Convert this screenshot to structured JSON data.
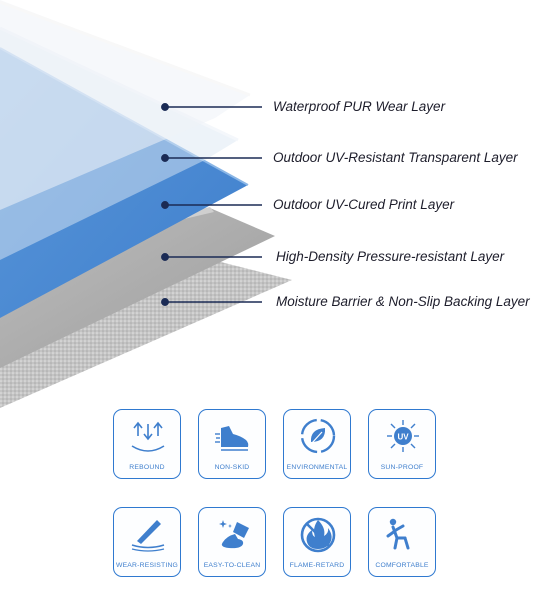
{
  "layers": [
    {
      "label": "Waterproof PUR Wear Layer"
    },
    {
      "label": "Outdoor UV-Resistant Transparent Layer"
    },
    {
      "label": "Outdoor UV-Cured Print Layer"
    },
    {
      "label": "High-Density Pressure-resistant Layer"
    },
    {
      "label": "Moisture Barrier & Non-Slip Backing Layer"
    }
  ],
  "features": [
    {
      "label": "REBOUND",
      "icon": "rebound-arrows-icon"
    },
    {
      "label": "NON-SKID",
      "icon": "shoe-icon"
    },
    {
      "label": "ENVIRONMENTAL",
      "icon": "recycle-leaf-icon"
    },
    {
      "label": "SUN-PROOF",
      "icon": "uv-sun-icon"
    },
    {
      "label": "WEAR-RESISTING",
      "icon": "blade-scratch-icon"
    },
    {
      "label": "EASY-TO-CLEAN",
      "icon": "spill-cup-icon"
    },
    {
      "label": "FLAME-RETARD",
      "icon": "no-fire-icon"
    },
    {
      "label": "COMFORTABLE",
      "icon": "yoga-person-icon"
    }
  ],
  "colors": {
    "accent_blue": "#3f7fcd",
    "print_layer_blue": "#4f8fd6",
    "callout_navy": "#1b2b55",
    "gray_layer": "#a7a7a7",
    "backing_layer": "#c4c4c4"
  }
}
